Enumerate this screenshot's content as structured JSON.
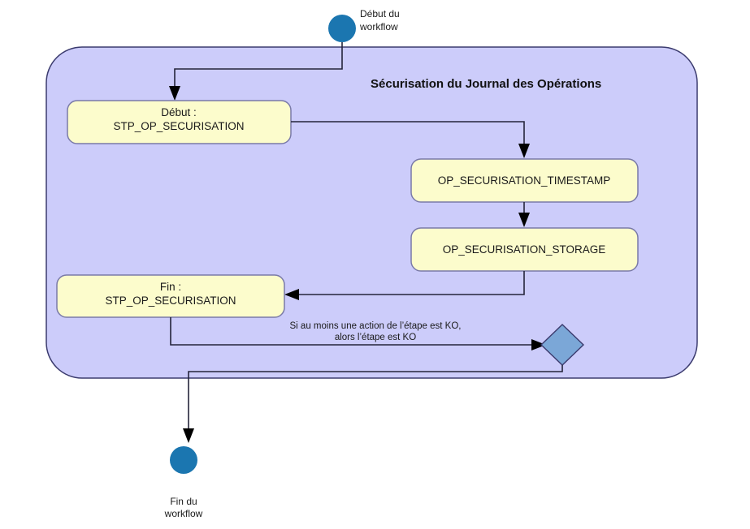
{
  "diagram": {
    "title": "Sécurisation du Journal des Opérations",
    "colors": {
      "panel_fill": "#CCCCFA",
      "panel_border": "#3B3B6E",
      "activity_fill": "#FCFCCC",
      "activity_border": "#7A7AA8",
      "terminal_fill": "#1B76B0",
      "decision_fill": "#7BA7D7",
      "decision_border": "#3B3B6E",
      "edge": "#24243a",
      "text": "#1a1a1a"
    },
    "start_node": {
      "name": "start-node",
      "label_line1": "Début du",
      "label_line2": "workflow"
    },
    "end_node": {
      "name": "end-node",
      "label_line1": "Fin du",
      "label_line2": "workflow"
    },
    "activities": [
      {
        "id": "start-step",
        "line1": "Début :",
        "line2": "STP_OP_SECURISATION"
      },
      {
        "id": "timestamp-step",
        "line1": "OP_SECURISATION_TIMESTAMP",
        "line2": ""
      },
      {
        "id": "storage-step",
        "line1": "OP_SECURISATION_STORAGE",
        "line2": ""
      },
      {
        "id": "end-step",
        "line1": "Fin :",
        "line2": "STP_OP_SECURISATION"
      }
    ],
    "decision": {
      "id": "ko-decision",
      "label_line1": "Si au moins une action de l’étape est KO,",
      "label_line2": "alors l’étape est KO"
    }
  }
}
